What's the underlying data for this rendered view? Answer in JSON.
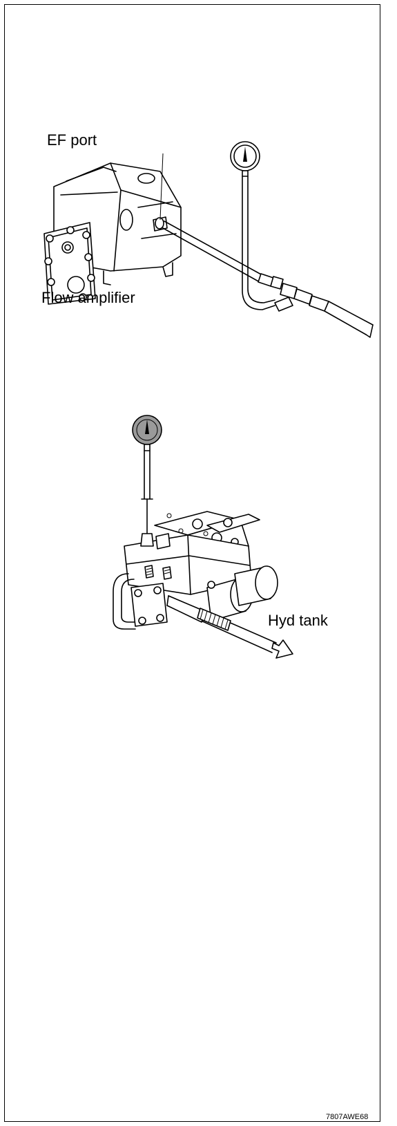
{
  "labels": {
    "ef_port": "EF port",
    "flow_amplifier": "Flow amplifier",
    "hyd_tank": "Hyd tank",
    "figure_code": "7807AWE68"
  },
  "colors": {
    "line": "#000000",
    "background": "#ffffff",
    "gauge_face_lower": "#9a9a9a"
  },
  "icons": [
    "pressure-gauge-icon",
    "pressure-gauge-icon",
    "flow-arrow-icon"
  ]
}
